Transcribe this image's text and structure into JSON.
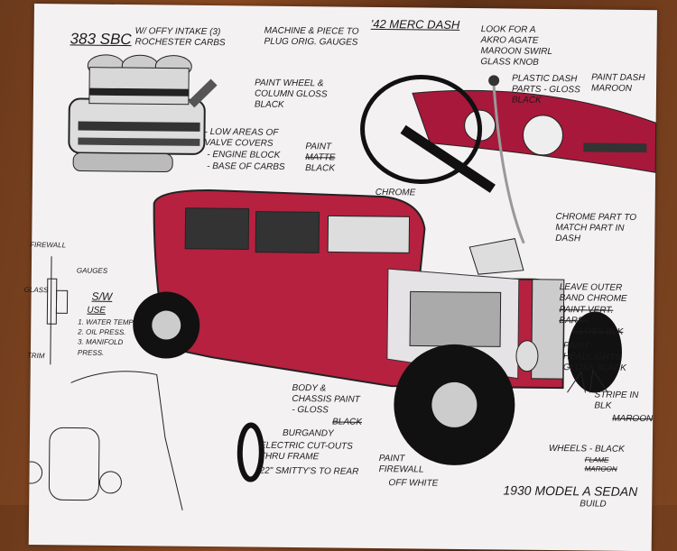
{
  "engine": {
    "title": "383 SBC",
    "subtitle": "w/ Offy intake (3) Rochester carbs",
    "notes": [
      "- Low areas of valve covers",
      "- Engine block",
      "- Base of carbs"
    ],
    "paint": "Paint",
    "paint_struck": "Matte",
    "paint_color": "Black"
  },
  "dash": {
    "title": "'42 Merc Dash",
    "machine_note": "Machine & piece to plug orig. gauges",
    "wheel_note": "Paint wheel & column gloss black",
    "knob_note": "Look for a Akro Agate maroon swirl glass knob",
    "plastic_note": "Plastic dash parts - gloss black",
    "paint_dash": "Paint dash maroon"
  },
  "chrome": "Chrome",
  "chrome_part": "Chrome part to match part in dash",
  "gauges": {
    "firewall": "Firewall",
    "gauges": "Gauges",
    "glass": "Glass",
    "trim": "Trim",
    "sw": "S/W",
    "use": "Use",
    "items": [
      "1. Water temp.",
      "2. Oil press.",
      "3. Manifold press."
    ]
  },
  "right_notes": {
    "leave_chrome": "Leave outer band chrome",
    "struck_1": "Paint vert.",
    "struck_2": "Bars -",
    "struck_3": "Gloss blk",
    "headlights": "Paint headlights gloss black",
    "stripe": "Stripe in blk",
    "stripe_struck": "Maroon",
    "wheels": "Wheels - black",
    "wheels_struck_1": "Flame",
    "wheels_struck_2": "Maroon"
  },
  "body_note": "Body & chassis paint - gloss",
  "body_struck": "Black",
  "body_color": "Burgandy",
  "electric_note": "Electric cut-outs thru frame",
  "smitty_note": "22\" Smitty's to rear",
  "firewall_note": "Paint firewall",
  "firewall_color": "off white",
  "build_title": "1930 Model A Sedan",
  "build_sub": "Build",
  "colors": {
    "body": "#b5213f",
    "wood": "#7a4220",
    "paper": "#f4f1f3"
  }
}
